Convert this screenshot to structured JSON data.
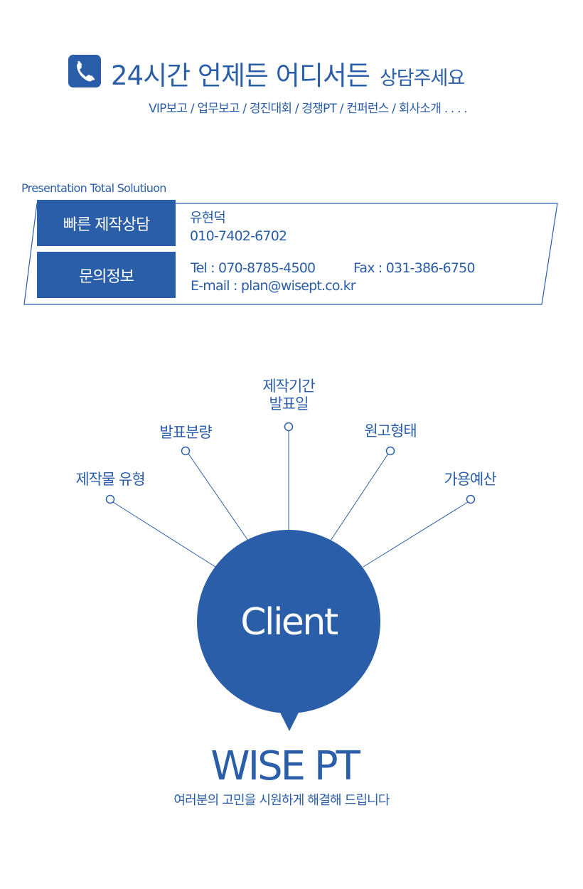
{
  "header": {
    "icon": "phone-icon",
    "headline_main": "24시간 언제든 어디서든",
    "headline_sub": "상담주세요",
    "services": "VIP보고 / 업무보고 / 경진대회 / 경쟁PT / 컨퍼런스 / 회사소개 . . . ."
  },
  "contact": {
    "tagline": "Presentation Total Solutiuon",
    "quick_label": "빠른 제작상담",
    "info_label": "문의정보",
    "name": "유현덕",
    "mobile": "010-7402-6702",
    "tel": "Tel : 070-8785-4500",
    "fax": "Fax : 031-386-6750",
    "email": "E-mail : plan@wisept.co.kr"
  },
  "diagram": {
    "nodes": [
      {
        "lines": [
          "제작물 유형"
        ]
      },
      {
        "lines": [
          "발표분량"
        ]
      },
      {
        "lines": [
          "제작기간",
          "발표일"
        ]
      },
      {
        "lines": [
          "원고형태"
        ]
      },
      {
        "lines": [
          "가용예산"
        ]
      }
    ],
    "center": "Client"
  },
  "footer": {
    "brand": "WISE PT",
    "slogan": "여러분의 고민을 시원하게 해결해 드립니다"
  },
  "colors": {
    "primary": "#2b5ea8"
  }
}
